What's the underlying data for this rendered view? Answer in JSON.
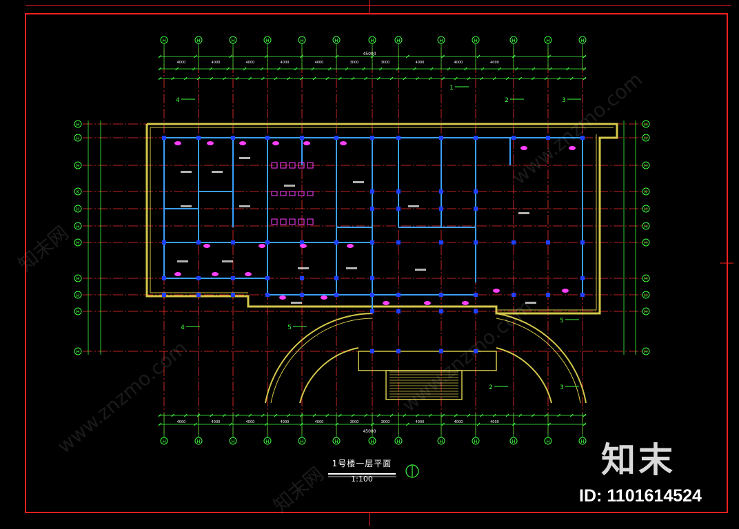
{
  "drawing": {
    "title": "1号楼一层平面",
    "scale": "1:100",
    "total_width": "45000",
    "north_marker": "①"
  },
  "brand": {
    "logo": "知末",
    "id_label": "ID: 1101614524",
    "watermark": "www.znzmo.com",
    "watermark_cn": "知末网"
  },
  "colors": {
    "background": "#000000",
    "frame": "#ff2020",
    "axis": "#ff3030",
    "dimension": "#40ff40",
    "wall": "#d4c84a",
    "column": "#2040ff",
    "partition": "#3aa0ff",
    "door": "#ff40ff",
    "text": "#ffffff"
  },
  "axes_top": [
    "H",
    "H",
    "H",
    "H",
    "H",
    "H",
    "H",
    "H",
    "H",
    "H",
    "H",
    "H",
    "H"
  ],
  "axes_left": [
    "H",
    "H",
    "H",
    "K",
    "H",
    "H",
    "H",
    "H",
    "H",
    "H"
  ],
  "dims_top_row1": [
    "4000",
    "4000",
    "4000",
    "4000",
    "4000",
    "3000",
    "3000",
    "4000",
    "4000",
    "4000"
  ],
  "dims_bottom_row": [
    "4000",
    "4000",
    "4000",
    "4000",
    "4000",
    "3000",
    "3000",
    "4000",
    "4000",
    "4000"
  ],
  "section_marks": [
    "1",
    "2",
    "3",
    "4",
    "5",
    "5",
    "4",
    "2",
    "3"
  ]
}
